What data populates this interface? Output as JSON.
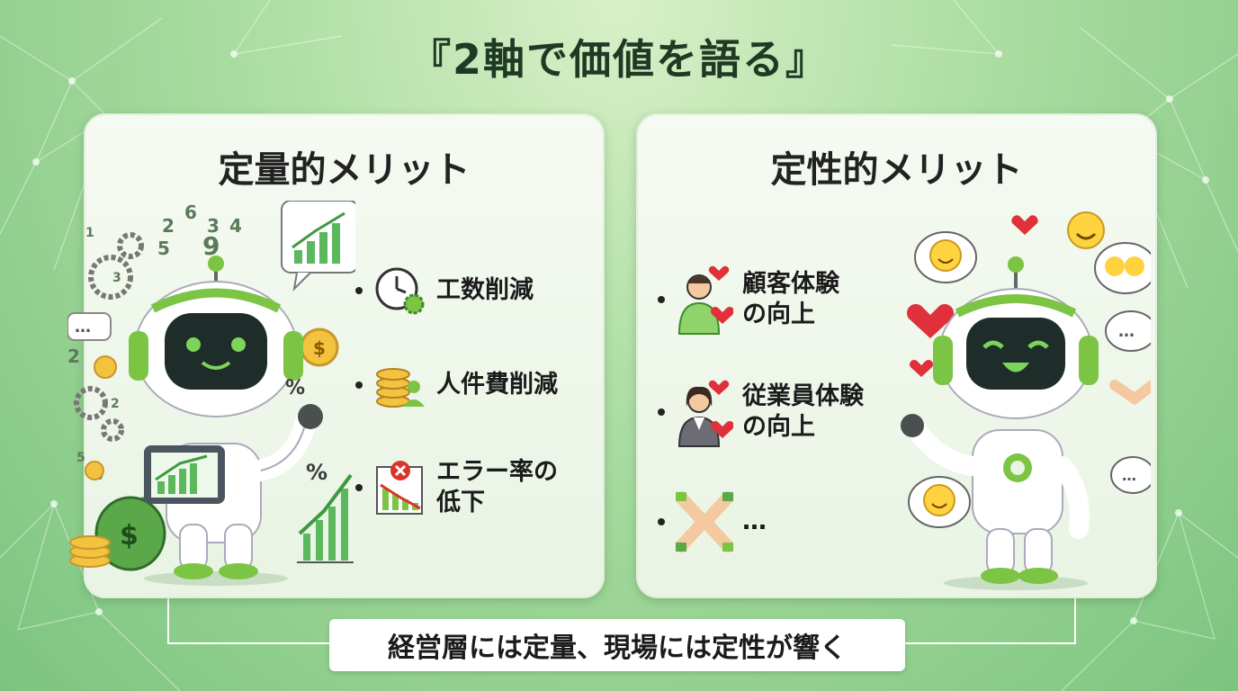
{
  "title": "『2軸で価値を語る』",
  "left_panel": {
    "heading": "定量的メリット",
    "items": [
      {
        "label": "工数削減",
        "icon": "clock-gear-icon"
      },
      {
        "label": "人件費削減",
        "icon": "coins-person-icon"
      },
      {
        "label_line1": "エラー率の",
        "label_line2": "低下",
        "icon": "error-down-chart-icon"
      }
    ]
  },
  "right_panel": {
    "heading": "定性的メリット",
    "items": [
      {
        "label_line1": "顧客体験",
        "label_line2": "の向上",
        "icon": "customer-heart-icon"
      },
      {
        "label_line1": "従業員体験",
        "label_line2": "の向上",
        "icon": "employee-heart-icon"
      },
      {
        "label": "…",
        "icon": "teamwork-hands-icon"
      }
    ]
  },
  "footer": {
    "text": "経営層には定量、現場には定性が響く"
  },
  "colors": {
    "accent": "#5cb85c",
    "dark": "#1f3a24",
    "panel": "#f2f8ef"
  }
}
